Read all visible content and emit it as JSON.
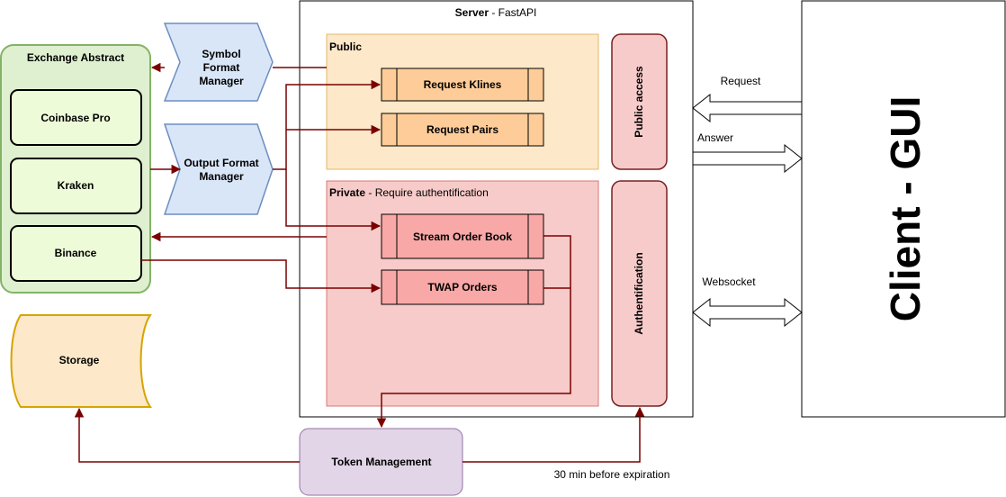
{
  "server": {
    "title_bold": "Server",
    "title_rest": " - FastAPI"
  },
  "public_zone": {
    "title": "Public"
  },
  "private_zone": {
    "title_bold": "Private",
    "title_rest": " - Require authentification"
  },
  "public_access": {
    "label": "Public access"
  },
  "authentication": {
    "label": "Authentification"
  },
  "processes": {
    "request_klines": "Request Klines",
    "request_pairs": "Request Pairs",
    "stream_order_book": "Stream Order Book",
    "twap_orders": "TWAP Orders"
  },
  "exchange_abstract": {
    "title": "Exchange Abstract",
    "exchanges": [
      "Coinbase Pro",
      "Kraken",
      "Binance"
    ]
  },
  "symbol_format_manager": {
    "lines": [
      "Symbol",
      "Format",
      "Manager"
    ]
  },
  "output_format_manager": {
    "lines": [
      "Output Format",
      "Manager"
    ]
  },
  "storage": {
    "label": "Storage"
  },
  "token_management": {
    "label": "Token Management"
  },
  "client": {
    "label": "Client - GUI"
  },
  "arrows": {
    "request": "Request",
    "answer": "Answer",
    "websocket": "Websocket",
    "expiration": "30 min before expiration"
  },
  "colors": {
    "connector": "#7a0000",
    "public_fill": "#fde8c9",
    "public_stroke": "#e5b86a",
    "private_fill": "#f7cbc9",
    "private_stroke": "#d97a74",
    "exchange_fill": "#dff0d0",
    "exchange_stroke": "#82b366",
    "exchange_item_fill": "#eefbd8",
    "manager_fill": "#d9e6f8",
    "manager_stroke": "#6c8ebf",
    "storage_fill": "#fde8c9",
    "storage_stroke": "#d6a400",
    "token_fill": "#e1d5e7",
    "token_stroke": "#9673a6",
    "process_public_fill": "#fdcc99",
    "process_private_fill": "#f8a8a6"
  }
}
